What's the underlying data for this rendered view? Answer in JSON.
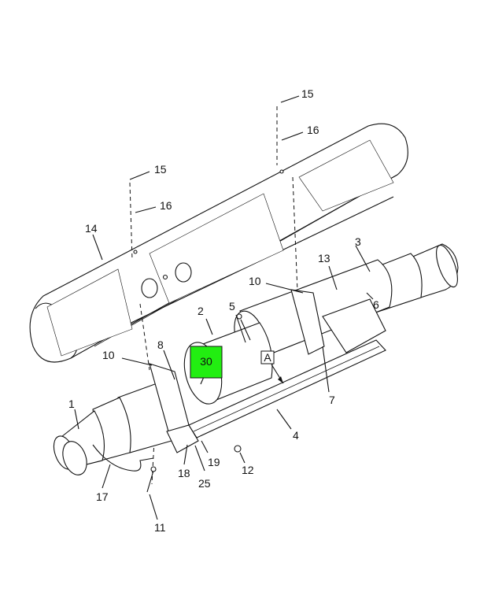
{
  "diagram": {
    "callouts": {
      "c1": "1",
      "c2": "2",
      "c3": "3",
      "c4": "4",
      "c5": "5",
      "c6": "6",
      "c7": "7",
      "c8": "8",
      "c10a": "10",
      "c10b": "10",
      "c11": "11",
      "c12": "12",
      "c13": "13",
      "c14": "14",
      "c15a": "15",
      "c15b": "15",
      "c16a": "16",
      "c16b": "16",
      "c17": "17",
      "c18": "18",
      "c19": "19",
      "c25": "25",
      "c30": "30"
    },
    "view_marker": "A",
    "highlight_color": "#22ee11"
  }
}
